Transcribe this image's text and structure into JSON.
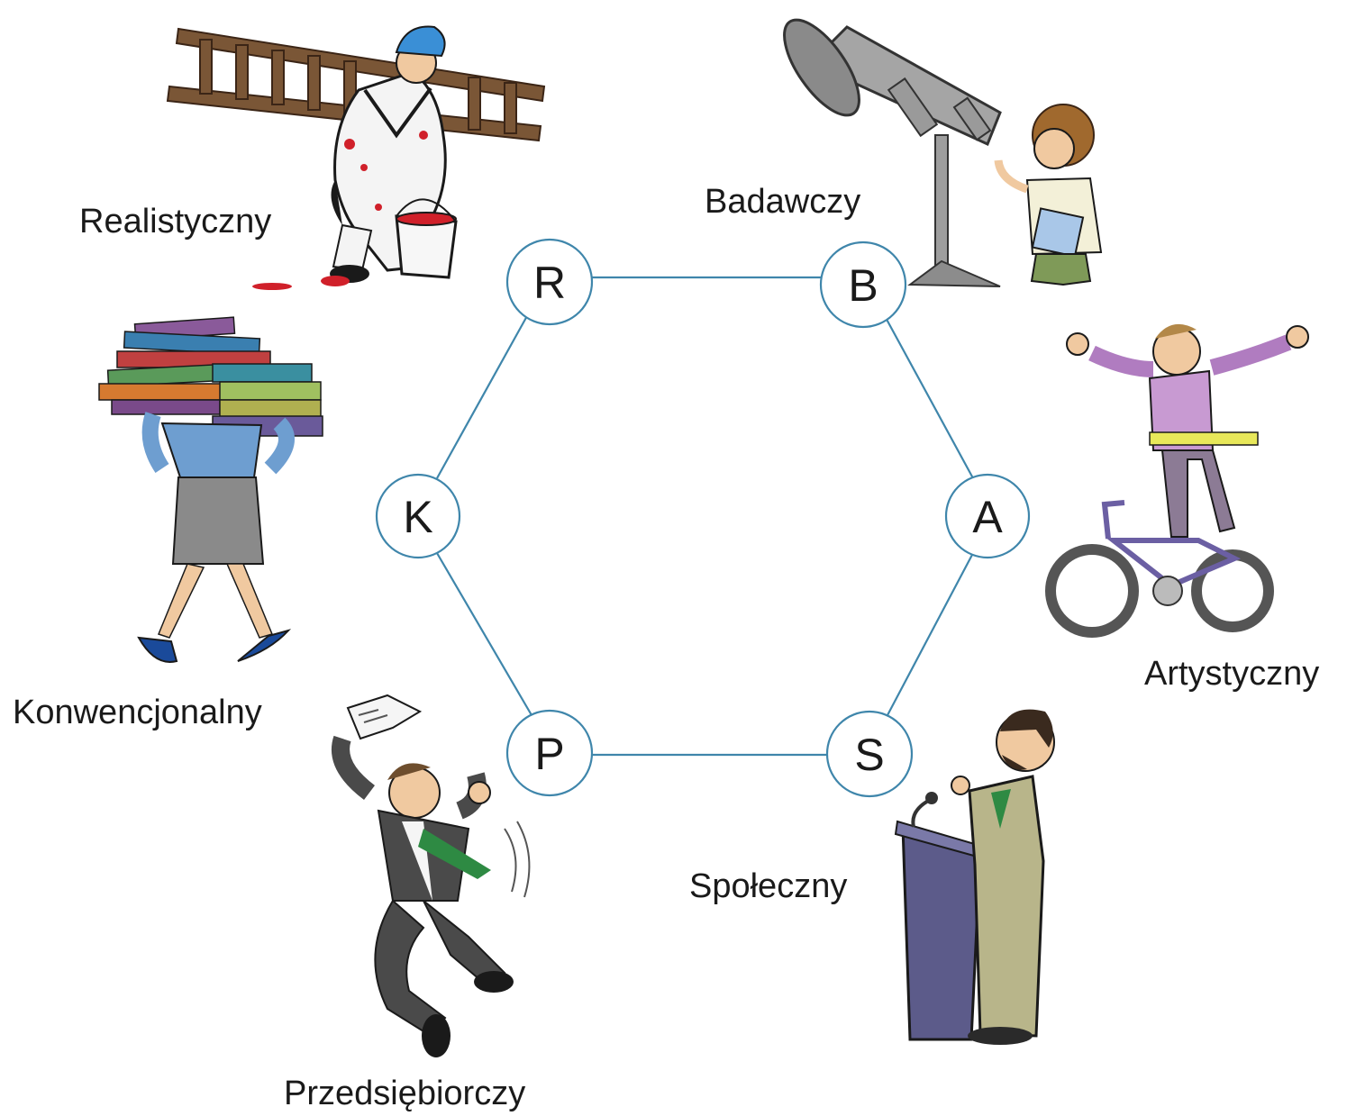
{
  "diagram": {
    "colors": {
      "edge": "#3f86ab",
      "node_stroke": "#3f86ab",
      "node_fill": "#ffffff",
      "text": "#1a1a1a"
    },
    "nodes": [
      {
        "id": "R",
        "letter": "R",
        "label": "Realistyczny",
        "illustration": "painter-carrying-ladder-and-paint-bucket"
      },
      {
        "id": "B",
        "letter": "B",
        "label": "Badawczy",
        "illustration": "scientist-at-telescope"
      },
      {
        "id": "A",
        "letter": "A",
        "label": "Artystyczny",
        "illustration": "acrobat-balancing-on-bicycle"
      },
      {
        "id": "S",
        "letter": "S",
        "label": "Społeczny",
        "illustration": "speaker-at-podium"
      },
      {
        "id": "P",
        "letter": "P",
        "label": "Przedsiębiorczy",
        "illustration": "excited-businessman-with-document"
      },
      {
        "id": "K",
        "letter": "K",
        "label": "Konwencjonalny",
        "illustration": "woman-carrying-stack-of-books"
      }
    ],
    "edges": [
      [
        "R",
        "B"
      ],
      [
        "B",
        "A"
      ],
      [
        "A",
        "S"
      ],
      [
        "S",
        "P"
      ],
      [
        "P",
        "K"
      ],
      [
        "K",
        "R"
      ]
    ]
  }
}
